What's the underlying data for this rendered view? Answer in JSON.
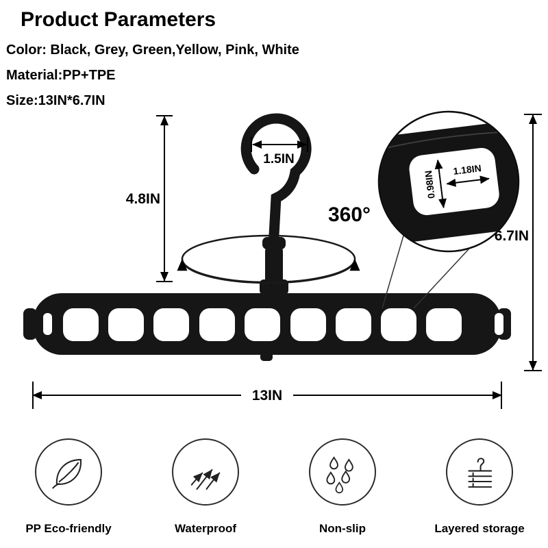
{
  "header": {
    "title": "Product Parameters"
  },
  "specs": {
    "color": "Color: Black, Grey, Green,Yellow, Pink, White",
    "material": "Material:PP+TPE",
    "size": "Size:13IN*6.7IN"
  },
  "diagram": {
    "hook_width": "1.5IN",
    "hook_height": "4.8IN",
    "rotation": "360°",
    "total_height": "6.7IN",
    "total_width": "13IN",
    "hole_width": "1.18IN",
    "hole_height": "0.98IN"
  },
  "colors": {
    "product": "#161616",
    "line": "#000000"
  },
  "features": [
    {
      "icon": "leaf-icon",
      "label": "PP Eco-friendly"
    },
    {
      "icon": "bounce-arrows-icon",
      "label": "Waterproof"
    },
    {
      "icon": "water-drops-icon",
      "label": "Non-slip"
    },
    {
      "icon": "layered-hanger-icon",
      "label": "Layered storage"
    }
  ]
}
